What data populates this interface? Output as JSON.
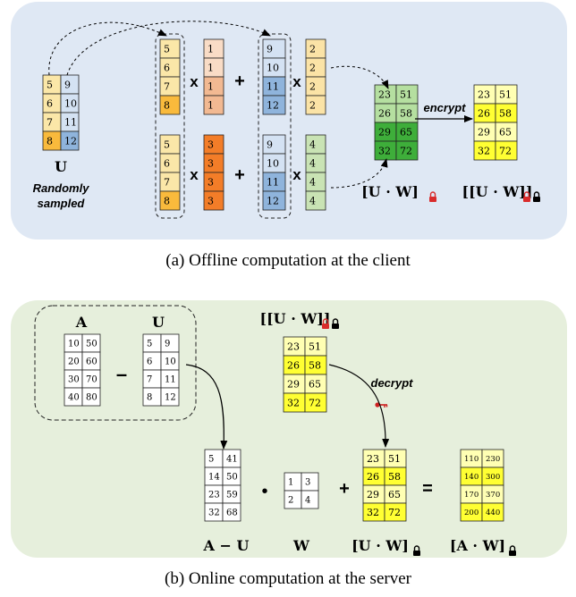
{
  "colors": {
    "panel_top": "#dfe8f4",
    "panel_bottom": "#e6efdc",
    "u_yellow": "#fbe7a8",
    "u_orange": "#f9ba3c",
    "u_lightblue": "#d4e2f3",
    "u_blue": "#8fb4dc",
    "w1_light": "#f9dcc6",
    "w1_dark": "#f2b992",
    "w2": "#f37d28",
    "w3": "#fbe3a6",
    "w4": "#c9e3b4",
    "uw_green": "#3eae3a",
    "uw_lightgreen": "#b5dfa0",
    "enc_yellow": "#ffff33",
    "enc_lightyellow": "#ffffb3",
    "lock": "#d92b2b",
    "key": "#cc1f1f",
    "arrow": "#000000"
  },
  "offline": {
    "u_matrix": [
      [
        "5",
        "9"
      ],
      [
        "6",
        "10"
      ],
      [
        "7",
        "11"
      ],
      [
        "8",
        "12"
      ]
    ],
    "u_label": "U",
    "u_sub_1": "Randomly",
    "u_sub_2": "sampled",
    "row1": {
      "a": [
        "5",
        "6",
        "7",
        "8"
      ],
      "b": [
        "1",
        "1",
        "1",
        "1"
      ],
      "c": [
        "9",
        "10",
        "11",
        "12"
      ],
      "d": [
        "2",
        "2",
        "2",
        "2"
      ]
    },
    "row2": {
      "a": [
        "5",
        "6",
        "7",
        "8"
      ],
      "b": [
        "3",
        "3",
        "3",
        "3"
      ],
      "c": [
        "9",
        "10",
        "11",
        "12"
      ],
      "d": [
        "4",
        "4",
        "4",
        "4"
      ]
    },
    "times": "x",
    "plus": "+",
    "uw_matrix": [
      [
        "23",
        "51"
      ],
      [
        "26",
        "58"
      ],
      [
        "29",
        "65"
      ],
      [
        "32",
        "72"
      ]
    ],
    "uw_label": "[U · W]",
    "encrypt_label": "encrypt",
    "enc_matrix": [
      [
        "23",
        "51"
      ],
      [
        "26",
        "58"
      ],
      [
        "29",
        "65"
      ],
      [
        "32",
        "72"
      ]
    ],
    "enc_label": "[[U · W]]",
    "caption": "(a) Offline computation at the client"
  },
  "online": {
    "a_label": "A",
    "a_matrix": [
      [
        "10",
        "50"
      ],
      [
        "20",
        "60"
      ],
      [
        "30",
        "70"
      ],
      [
        "40",
        "80"
      ]
    ],
    "minus": "–",
    "u_label": "U",
    "u_matrix": [
      [
        "5",
        "9"
      ],
      [
        "6",
        "10"
      ],
      [
        "7",
        "11"
      ],
      [
        "8",
        "12"
      ]
    ],
    "enc_label": "[[U · W]]",
    "enc_matrix": [
      [
        "23",
        "51"
      ],
      [
        "26",
        "58"
      ],
      [
        "29",
        "65"
      ],
      [
        "32",
        "72"
      ]
    ],
    "decrypt_label": "decrypt",
    "amu_matrix": [
      [
        "5",
        "41"
      ],
      [
        "14",
        "50"
      ],
      [
        "23",
        "59"
      ],
      [
        "32",
        "68"
      ]
    ],
    "amu_label": "A − U",
    "dot": "•",
    "w_matrix": [
      [
        "1",
        "3"
      ],
      [
        "2",
        "4"
      ]
    ],
    "w_label": "W",
    "plus": "+",
    "uw_matrix": [
      [
        "23",
        "51"
      ],
      [
        "26",
        "58"
      ],
      [
        "29",
        "65"
      ],
      [
        "32",
        "72"
      ]
    ],
    "uw_label": "[U · W]",
    "equals": "=",
    "aw_matrix": [
      [
        "110",
        "230"
      ],
      [
        "140",
        "300"
      ],
      [
        "170",
        "370"
      ],
      [
        "200",
        "440"
      ]
    ],
    "aw_label": "[A · W]",
    "caption": "(b) Online computation at the server"
  }
}
